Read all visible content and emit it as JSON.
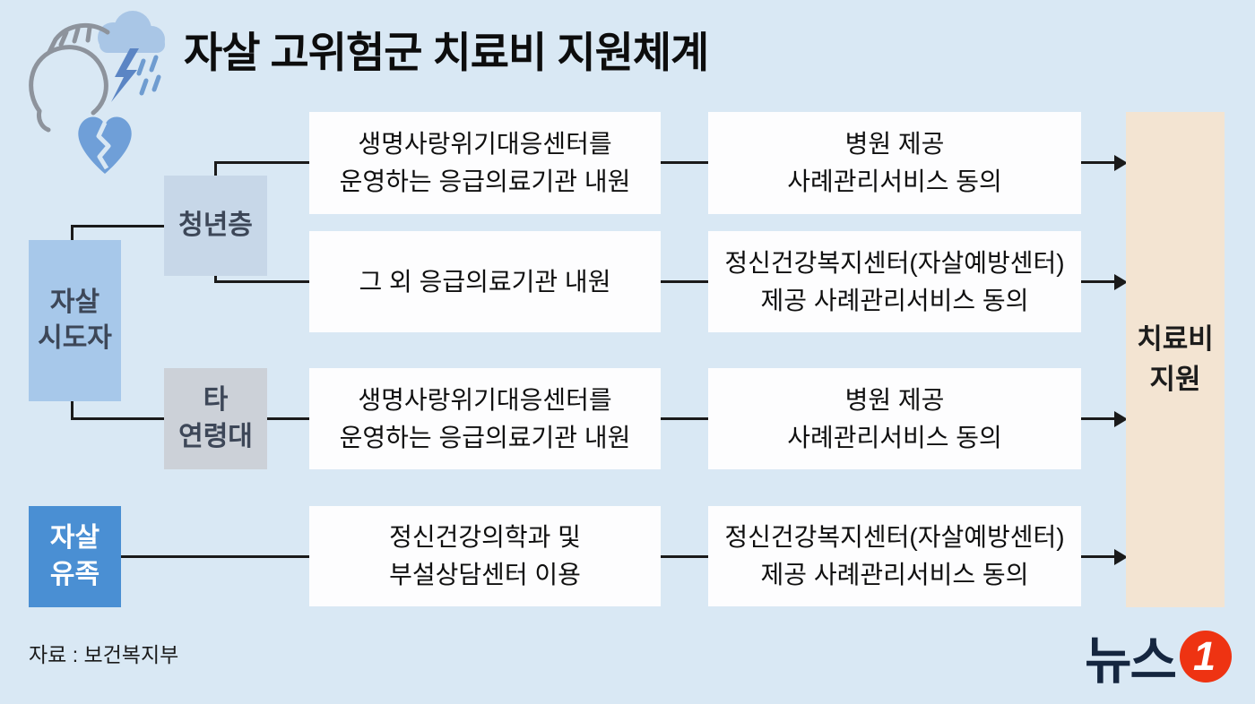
{
  "title": "자살 고위험군 치료비 지원체계",
  "boxes": {
    "attempter": "자살\n시도자",
    "bereaved": "자살\n유족",
    "youth": "청년층",
    "other_age": "타\n연령대",
    "result": "치료비\n지원"
  },
  "rows": [
    {
      "step1": "생명사랑위기대응센터를\n운영하는 응급의료기관 내원",
      "step2": "병원 제공\n사례관리서비스 동의"
    },
    {
      "step1": "그 외 응급의료기관 내원",
      "step2": "정신건강복지센터(자살예방센터)\n제공 사례관리서비스 동의"
    },
    {
      "step1": "생명사랑위기대응센터를\n운영하는 응급의료기관 내원",
      "step2": "병원 제공\n사례관리서비스 동의"
    },
    {
      "step1": "정신건강의학과 및\n부설상담센터 이용",
      "step2": "정신건강복지센터(자살예방센터)\n제공 사례관리서비스 동의"
    }
  ],
  "footer": {
    "source": "자료 : 보건복지부"
  },
  "logo": {
    "brand": "뉴스",
    "badge": "1"
  },
  "icons": {
    "illustration": "distressed-person-with-storm-cloud-and-broken-heart"
  },
  "colors": {
    "background": "#d9e8f4",
    "attempter_box": "#a7c8ea",
    "bereaved_box": "#4a8fd3",
    "youth_box": "#c7d7e8",
    "other_age_box": "#ccd1d8",
    "white_box": "#fdfdfe",
    "result_box": "#f3e4d2",
    "line": "#1a1a1a",
    "logo_navy": "#15263f",
    "logo_red": "#ee3312"
  }
}
